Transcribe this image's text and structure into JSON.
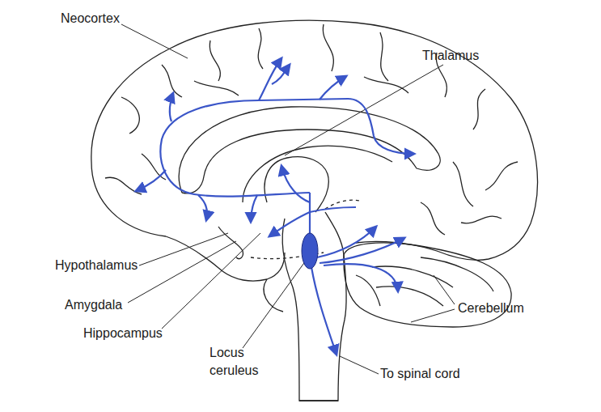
{
  "diagram": {
    "labels": [
      "Neocortex",
      "Thalamus",
      "Hypothalamus",
      "Amygdala",
      "Hippocampus",
      "Locus ceruleus",
      "To spinal cord",
      "Cerebellum"
    ]
  }
}
